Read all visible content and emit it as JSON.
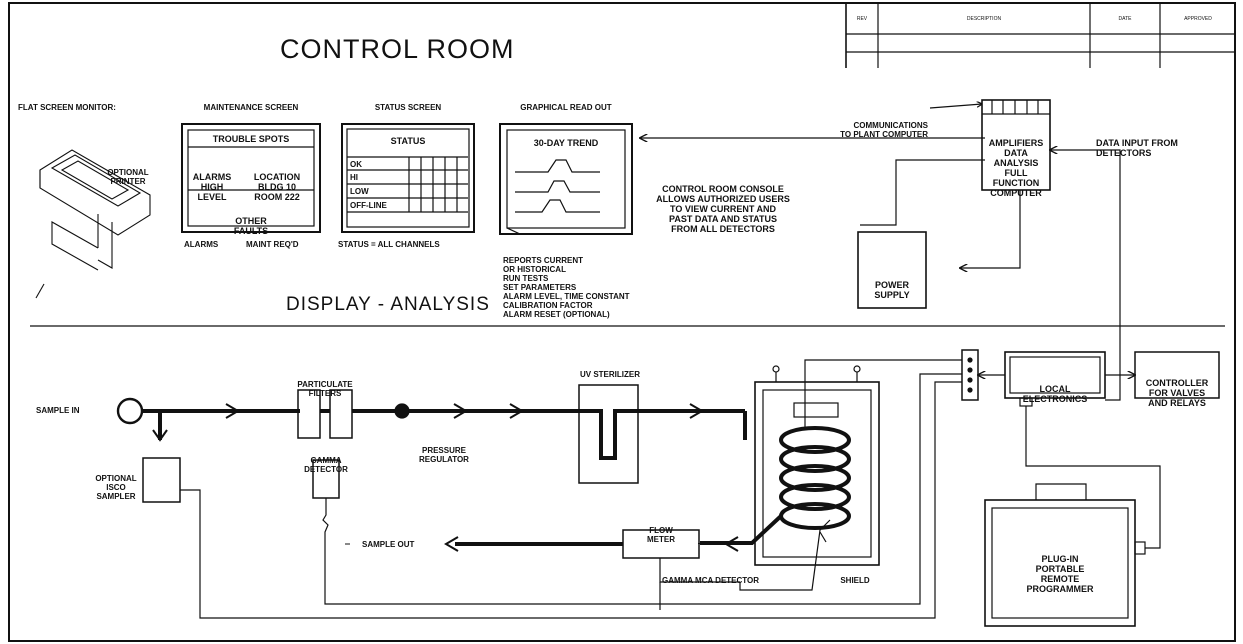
{
  "title_block": {
    "rev": "REV",
    "description": "DESCRIPTION",
    "date": "DATE",
    "approved": "APPROVED"
  },
  "top_section": {
    "title": "CONTROL ROOM",
    "subtitle": "DISPLAY - ANALYSIS",
    "flat_screen_monitor": "FLAT SCREEN MONITOR:",
    "optional_printer": [
      "OPTIONAL",
      "PRINTER"
    ],
    "maintenance_screen": {
      "heading": "MAINTENANCE SCREEN",
      "box_title": "TROUBLE SPOTS",
      "col1": [
        "ALARMS",
        "HIGH",
        "LEVEL"
      ],
      "col2": [
        "LOCATION",
        "BLDG 10",
        "ROOM 222"
      ],
      "other": [
        "OTHER",
        "FAULTS"
      ],
      "footer_left": "ALARMS",
      "footer_right": "MAINT REQ'D"
    },
    "status_screen": {
      "heading": "STATUS SCREEN",
      "box_title": "STATUS",
      "rows": [
        "OK",
        "HI",
        "LOW",
        "OFF-LINE"
      ],
      "footer": "STATUS = ALL CHANNELS"
    },
    "graphical_readout": {
      "heading": "GRAPHICAL READ OUT",
      "box_title": "30-DAY TREND",
      "notes": [
        "REPORTS CURRENT",
        "OR HISTORICAL",
        "RUN TESTS",
        "SET PARAMETERS",
        "ALARM LEVEL, TIME CONSTANT",
        "CALIBRATION FACTOR",
        "ALARM RESET (OPTIONAL)"
      ]
    },
    "console_note": [
      "CONTROL ROOM CONSOLE",
      "ALLOWS AUTHORIZED USERS",
      "TO VIEW CURRENT AND",
      "PAST DATA AND STATUS",
      "FROM ALL DETECTORS"
    ],
    "communications": [
      "COMMUNICATIONS",
      "TO PLANT COMPUTER"
    ],
    "computer": [
      "AMPLIFIERS",
      "DATA",
      "ANALYSIS",
      "FULL",
      "FUNCTION",
      "COMPUTER"
    ],
    "data_input": [
      "DATA INPUT FROM",
      "DETECTORS"
    ],
    "power_supply": [
      "POWER",
      "SUPPLY"
    ]
  },
  "bottom_section": {
    "sample_in": "SAMPLE IN",
    "isco": [
      "OPTIONAL",
      "ISCO",
      "SAMPLER"
    ],
    "particulate_filters": [
      "PARTICULATE",
      "FILTERS"
    ],
    "pressure_regulator": [
      "PRESSURE",
      "REGULATOR"
    ],
    "gamma_detector": [
      "GAMMA",
      "DETECTOR"
    ],
    "uv_sterilizer": "UV STERILIZER",
    "flow_meter": [
      "FLOW",
      "METER"
    ],
    "sample_out": "SAMPLE OUT",
    "gamma_mca": "GAMMA MCA DETECTOR",
    "shield": "SHIELD",
    "local_electronics": [
      "LOCAL",
      "ELECTRONICS"
    ],
    "controller": [
      "CONTROLLER",
      "FOR VALVES",
      "AND RELAYS"
    ],
    "programmer": [
      "PLUG-IN",
      "PORTABLE",
      "REMOTE",
      "PROGRAMMER"
    ]
  }
}
